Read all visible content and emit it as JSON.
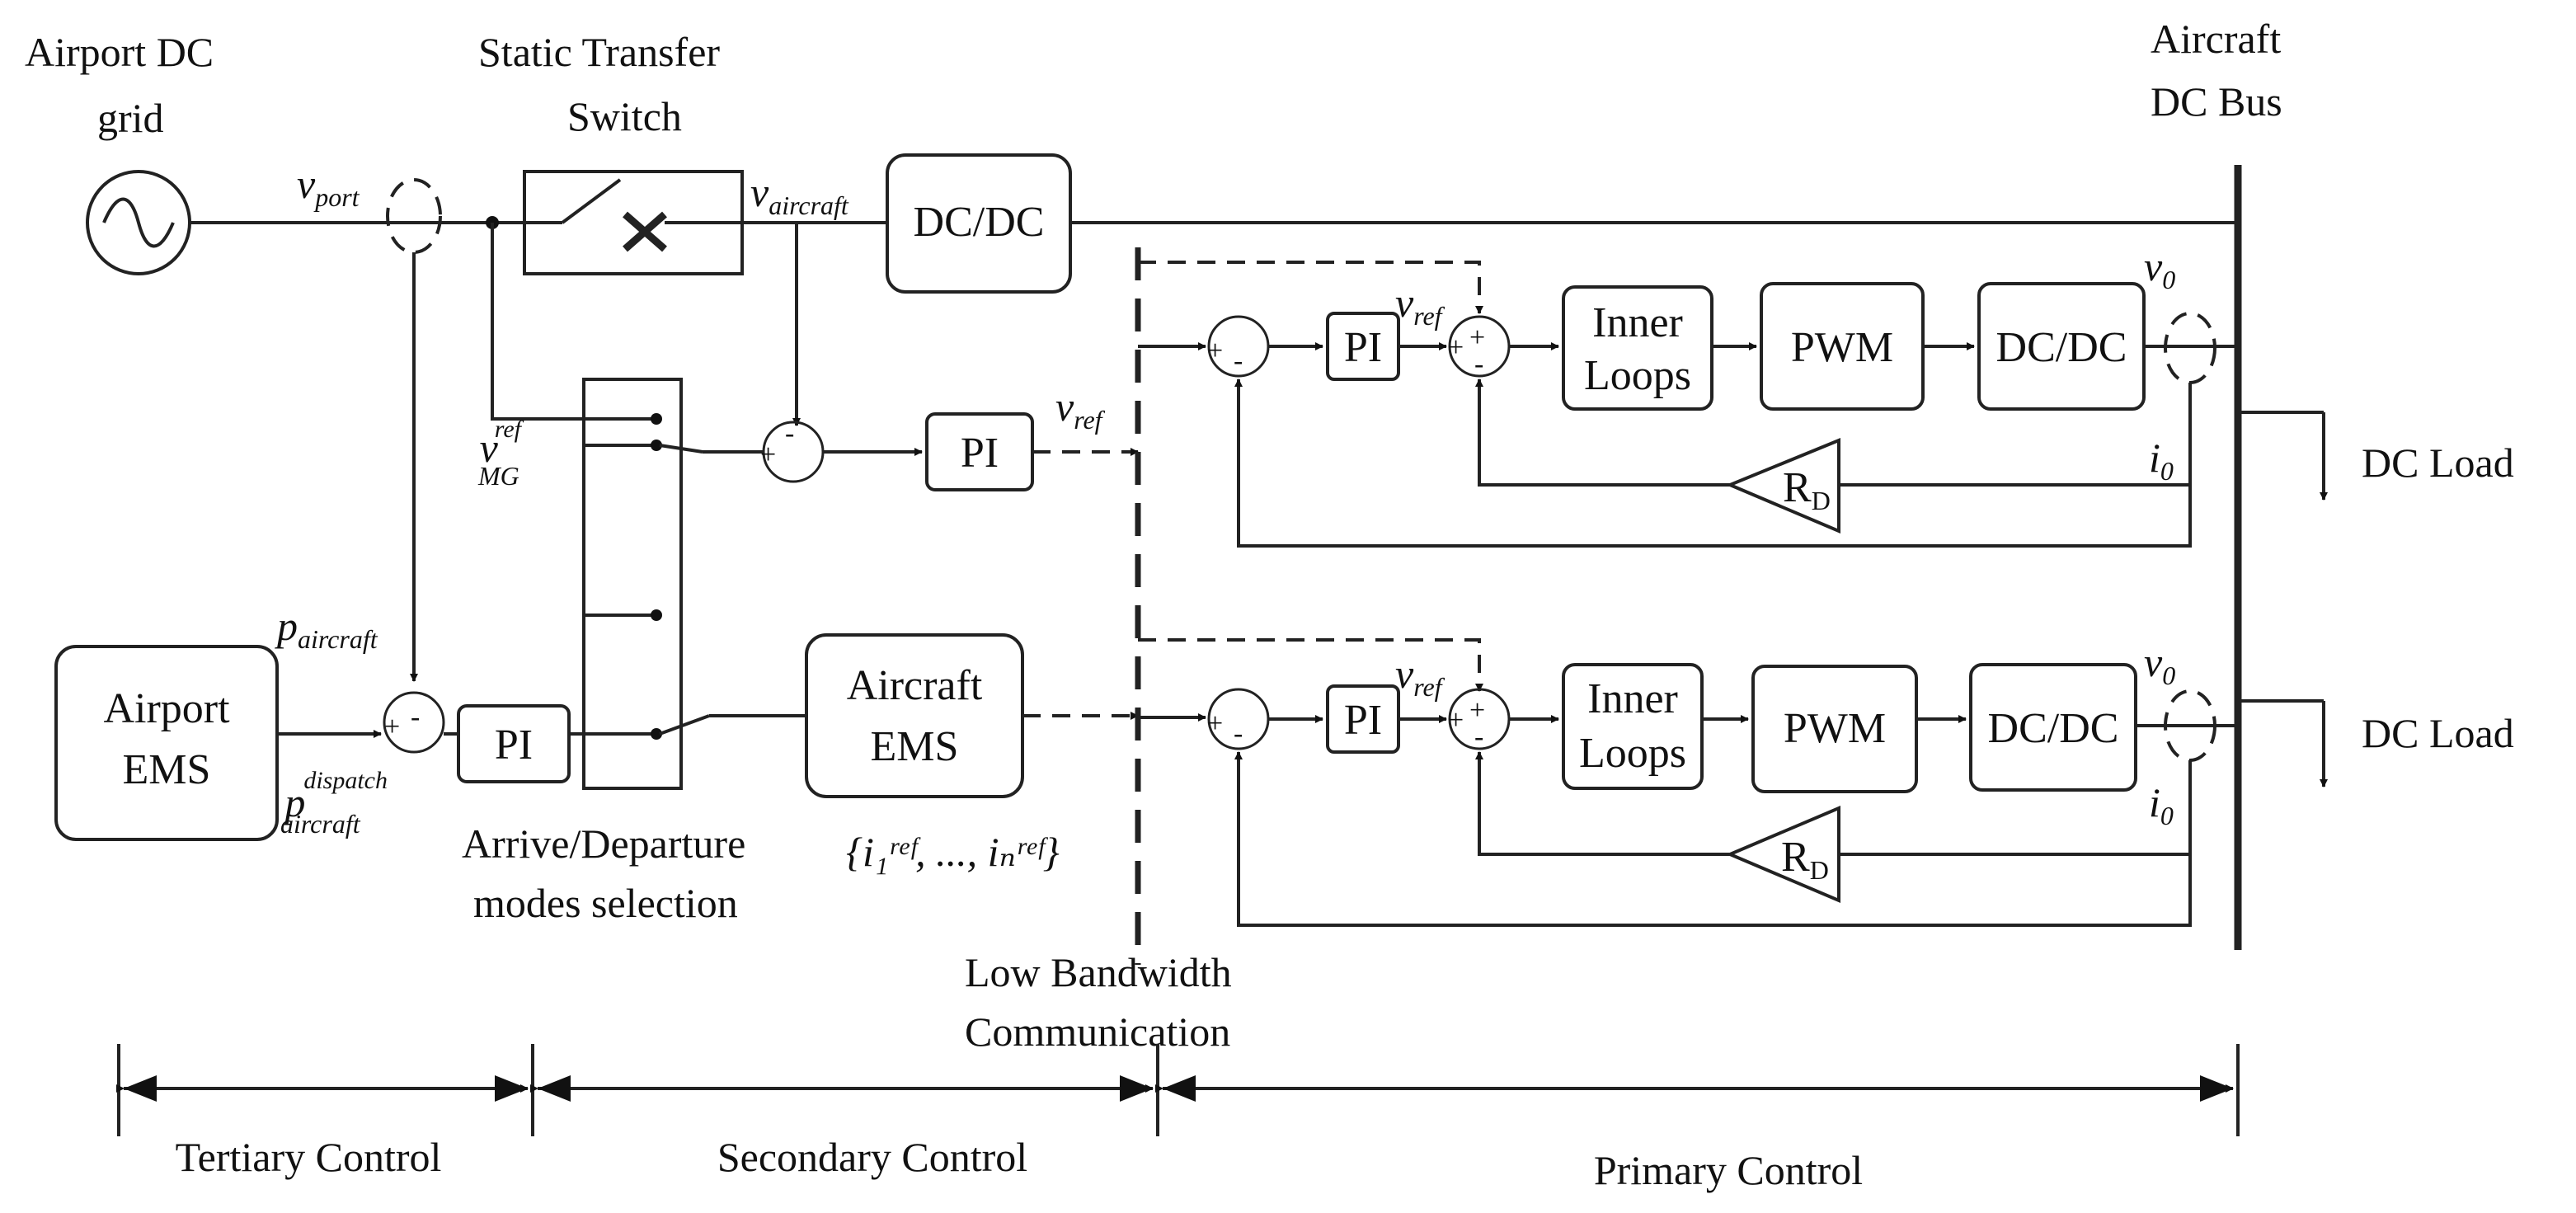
{
  "labels": {
    "airport_dc_grid_line1": "Airport DC",
    "airport_dc_grid_line2": "grid",
    "static_transfer_line1": "Static Transfer",
    "static_transfer_line2": "Switch",
    "aircraft_dc_bus_line1": "Aircraft",
    "aircraft_dc_bus_line2": "DC Bus",
    "v_port_main": "v",
    "v_port_sub": "port",
    "v_aircraft_main": "v",
    "v_aircraft_sub": "aircraft",
    "v_mg_main": "v",
    "v_mg_sup": "ref",
    "v_mg_sub": "MG",
    "v_ref_main": "v",
    "v_ref_sub": "ref",
    "p_aircraft_main": "p",
    "p_aircraft_sub": "aircraft",
    "p_dispatch_main": "p",
    "p_dispatch_sup": "dispatch",
    "p_dispatch_sub": "aircraft",
    "arrive_departure_line1": "Arrive/Departure",
    "arrive_departure_line2": "modes selection",
    "iref_set": "{i₁ʳᵉᶠ, ..., iₙʳᵉᶠ}",
    "low_bandwidth_line1": "Low Bandwidth",
    "low_bandwidth_line2": "Communication",
    "v0_main": "v",
    "v0_sub": "0",
    "i0_main": "i",
    "i0_sub": "0",
    "rd_main": "R",
    "rd_sub": "D",
    "vref_primary_main": "v",
    "vref_primary_sub_top": "ref",
    "vref_primary_sub_bottom": "ref",
    "dc_load": "DC Load"
  },
  "blocks": {
    "dcdc": "DC/DC",
    "pi": "PI",
    "inner_line1": "Inner",
    "inner_line2": "Loops",
    "pwm": "PWM",
    "airport_ems_line1": "Airport",
    "airport_ems_line2": "EMS",
    "aircraft_ems_line1": "Aircraft",
    "aircraft_ems_line2": "EMS"
  },
  "signs": {
    "plus": "+",
    "minus": "-"
  },
  "control_levels": {
    "tertiary": "Tertiary Control",
    "secondary": "Secondary Control",
    "primary": "Primary Control"
  }
}
